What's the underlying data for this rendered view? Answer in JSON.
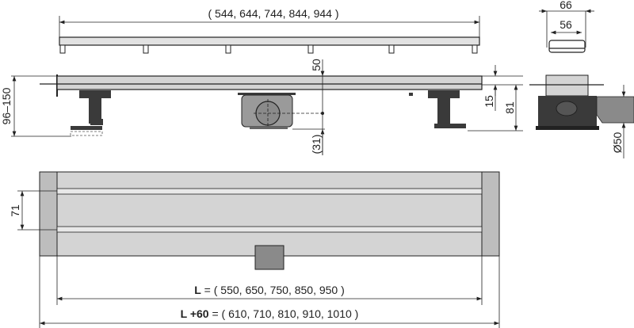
{
  "top_view": {
    "length_options": "( 544, 644, 744, 844, 944 )"
  },
  "side_view": {
    "height_range": "96–150",
    "top_offset": "50",
    "outlet_offset": "(31)",
    "flange_height": "15",
    "total_height": "81"
  },
  "end_view": {
    "outer_width": "66",
    "inner_width": "56",
    "outlet_diameter": "Ø50"
  },
  "plan_view": {
    "grate_width": "71",
    "length_label": "L",
    "length_values": " = ( 550, 650, 750, 850, 950 )",
    "total_label": "L +60",
    "total_values": " = ( 610, 710, 810, 910, 1010 )"
  },
  "colors": {
    "channel": "#d4d4d4",
    "frame": "#bdbdbd",
    "dark": "#3a3a3a",
    "outlet": "#8a8a8a"
  }
}
